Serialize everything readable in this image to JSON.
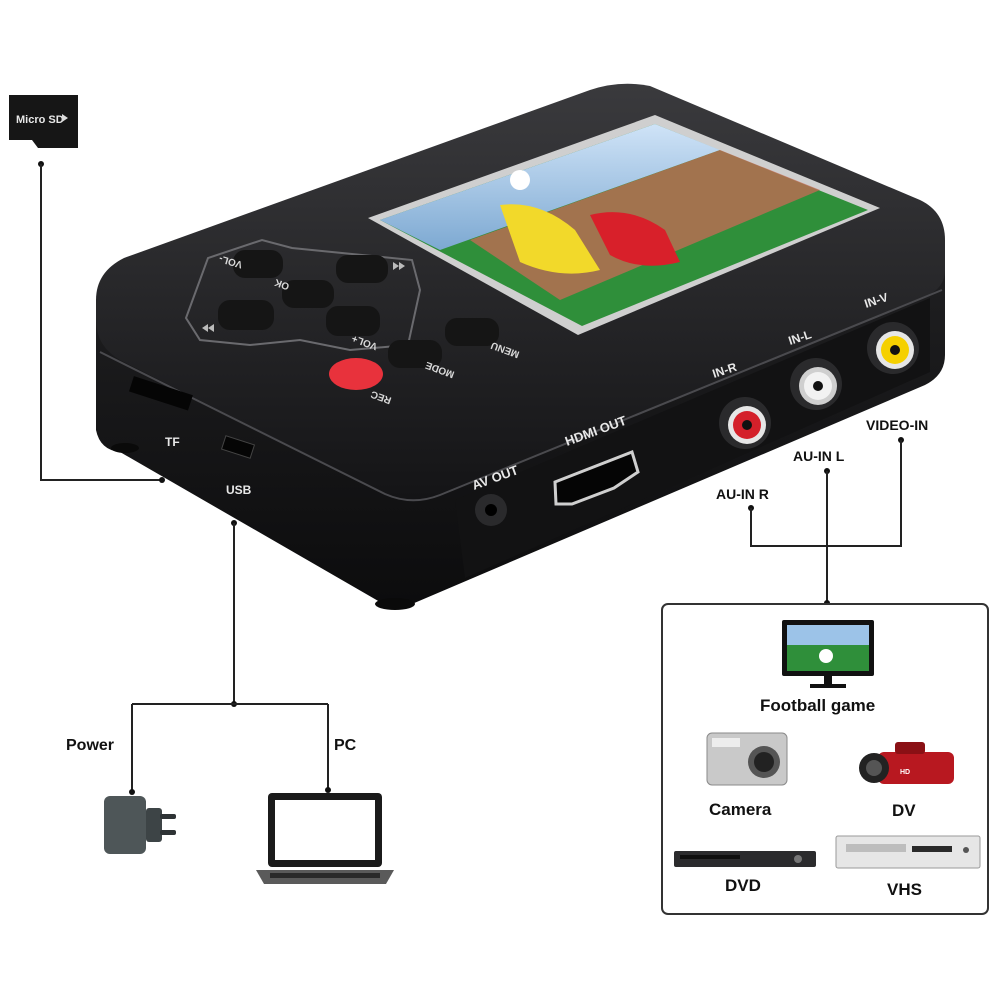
{
  "sd_card": {
    "label": "Micro SD"
  },
  "device": {
    "port_labels": {
      "tf": "TF",
      "usb": "USB",
      "av_out": "AV OUT",
      "hdmi_out": "HDMI OUT",
      "in_r": "IN-R",
      "in_l": "IN-L",
      "in_v": "IN-V"
    },
    "button_labels": {
      "vol_minus": "VOL-",
      "vol_plus": "VOL+",
      "ok": "OK",
      "mode": "MODE",
      "menu": "MENU",
      "rec": "REC"
    },
    "colors": {
      "body": "#1c1c1e",
      "rec": "#e8323c",
      "rca_r": "#d4202a",
      "rca_l": "#f2f2f2",
      "rca_v": "#f5d000"
    }
  },
  "connections": {
    "video_in": "VIDEO-IN",
    "au_in_l": "AU-IN L",
    "au_in_r": "AU-IN R",
    "power": "Power",
    "pc": "PC"
  },
  "sources": {
    "items": [
      "Football game",
      "Camera",
      "DV",
      "DVD",
      "VHS"
    ]
  }
}
